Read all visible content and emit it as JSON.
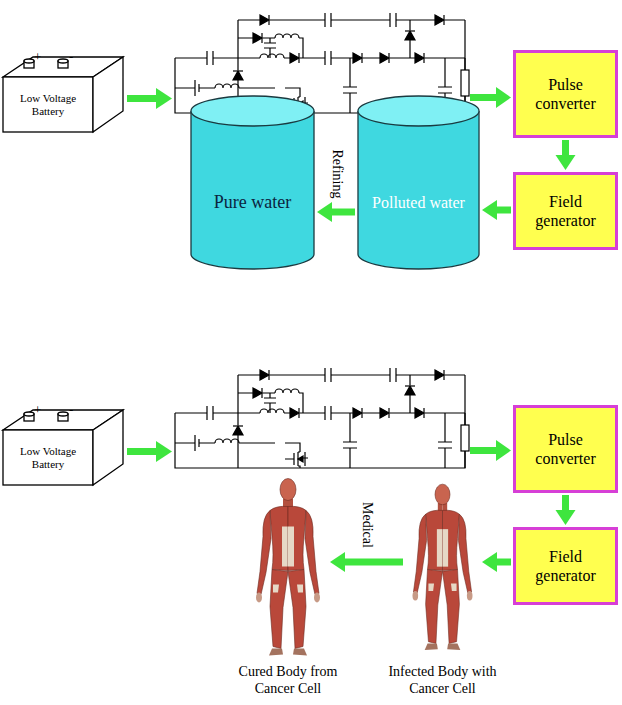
{
  "diagram": {
    "nodes": [
      {
        "text": [
          "Low Voltage Battery"
        ]
      },
      {
        "text": [
          "Pulse converter"
        ]
      },
      {
        "text": [
          "Field generator"
        ]
      },
      {
        "text": [
          "Polluted water"
        ]
      },
      {
        "text": [
          "Pure water"
        ]
      },
      {
        "text": [
          "Low Voltage Battery"
        ]
      },
      {
        "text": [
          "Pulse converter"
        ]
      },
      {
        "text": [
          "Field generator"
        ]
      },
      {
        "text": [
          "Infected Body with Cancer Cell"
        ]
      },
      {
        "text": [
          "Cured Body from Cancer Cell"
        ]
      }
    ],
    "edges": [
      {
        "from": 1,
        "to": 2,
        "arrow": "to"
      },
      {
        "from": 2,
        "to": 3,
        "arrow": "to"
      },
      {
        "from": 3,
        "to": 4,
        "label": "Refining",
        "arrow": "to"
      },
      {
        "from": 6,
        "to": 7,
        "arrow": "to"
      },
      {
        "from": 7,
        "to": 8,
        "arrow": "to"
      },
      {
        "from": 8,
        "to": 9,
        "label": "Medical",
        "arrow": "to"
      }
    ],
    "labels": [
      "+",
      "-",
      "+",
      "-"
    ]
  }
}
